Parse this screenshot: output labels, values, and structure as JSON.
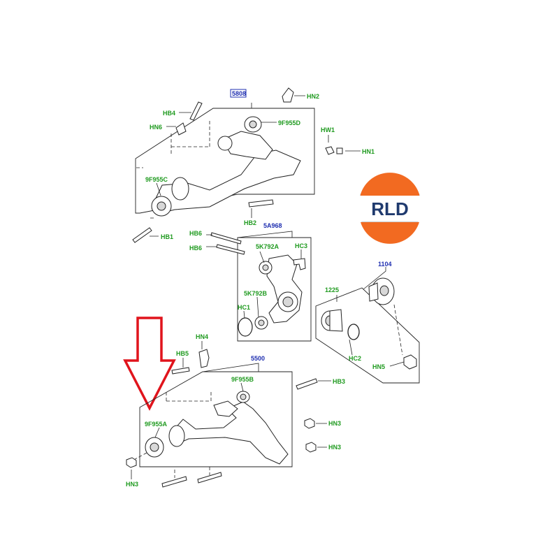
{
  "labels": {
    "l5808": "5808",
    "hn2": "HN2",
    "hb4": "HB4",
    "hn6": "HN6",
    "f955d": "9F955D",
    "hw1": "HW1",
    "hn1": "HN1",
    "f955c": "9F955C",
    "hb2": "HB2",
    "hb1": "HB1",
    "hb6a": "HB6",
    "hb6b": "HB6",
    "l5a968": "5A968",
    "k792a": "5K792A",
    "hc3": "HC3",
    "k792b": "5K792B",
    "hc1": "HC1",
    "l1104": "1104",
    "l1225": "1225",
    "hc2": "HC2",
    "hn5": "HN5",
    "hn4": "HN4",
    "hb5": "HB5",
    "l5500": "5500",
    "f955b": "9F955B",
    "hb3": "HB3",
    "f955a": "9F955A",
    "hn3a": "HN3",
    "hn3b": "HN3",
    "hn3c": "HN3"
  },
  "logo": {
    "text": "RLD",
    "colors": {
      "orange": "#f26a21",
      "navy": "#1f3a6e",
      "grey": "#c7c7c7"
    }
  },
  "colors": {
    "part_label": "#1f9a1f",
    "assembly_label": "#1f2fb0",
    "arrow": "#e0141c",
    "lines": "#222222"
  }
}
